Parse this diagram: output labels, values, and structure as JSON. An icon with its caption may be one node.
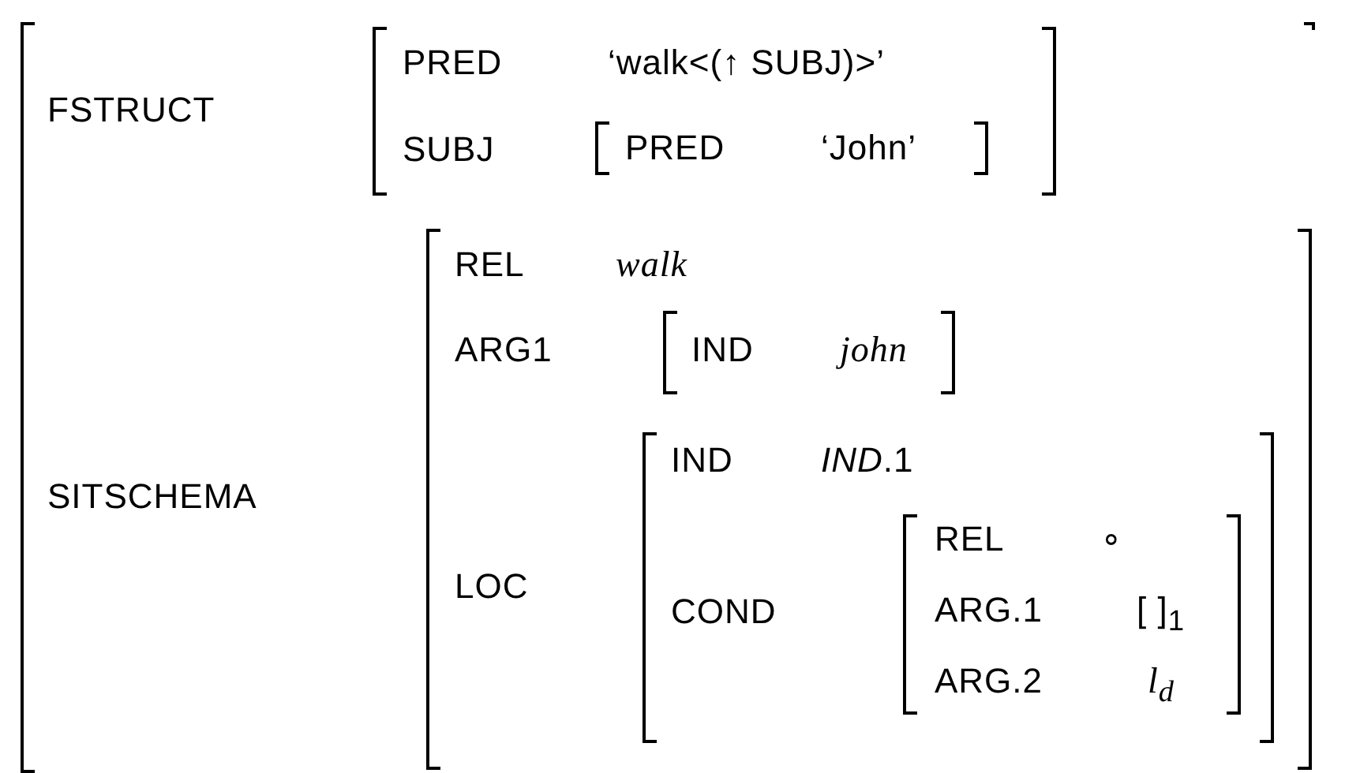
{
  "diagram": {
    "nodes": [
      {
        "text": [
          "FSTRUCT",
          "SITSCHEMA"
        ]
      },
      {
        "text": [
          "PRED",
          "‘walk<(↑ SUBJ)>’",
          "SUBJ"
        ],
        "in": 0
      },
      {
        "text": [
          "PRED",
          "‘John’"
        ],
        "in": 1
      },
      {
        "text": [
          "REL",
          "walk",
          "ARG1",
          "LOC"
        ],
        "in": 0
      },
      {
        "text": [
          "IND",
          "john"
        ],
        "in": 3
      },
      {
        "text": [
          "IND",
          "*IND*.1",
          "COND"
        ],
        "in": 3
      },
      {
        "text": [
          "REL",
          "∘",
          "ARG.1",
          "[ ]$_{1}$",
          "ARG.2",
          "l$_{d}$"
        ],
        "in": 5
      }
    ]
  }
}
